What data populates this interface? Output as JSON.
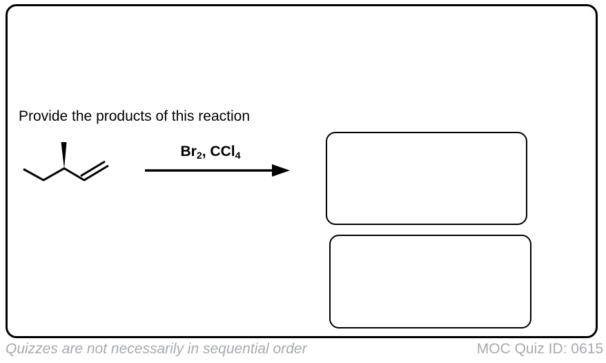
{
  "question": {
    "text": "Provide the products of this reaction"
  },
  "reaction": {
    "reactant": {
      "description": "3-methyl-1-pentene skeletal structure; methyl substituent drawn on a bold stereochemical wedge at C3, terminal vinyl double bond at right"
    },
    "conditions": {
      "reagent": "Br",
      "reagent_sub": "2",
      "solvent_prefix": ", CCl",
      "solvent_sub": "4",
      "plain_text": "Br2, CCl4"
    }
  },
  "answer_boxes": [
    {
      "id": "product-answer-box-1",
      "content": ""
    },
    {
      "id": "product-answer-box-2",
      "content": ""
    }
  ],
  "footer": {
    "note": "Quizzes are not necessarily in sequential order",
    "quiz_id": "MOC Quiz ID: 0615"
  },
  "colors": {
    "ink": "#000000",
    "muted_gray": "#a7a9ac",
    "background": "#ffffff"
  }
}
